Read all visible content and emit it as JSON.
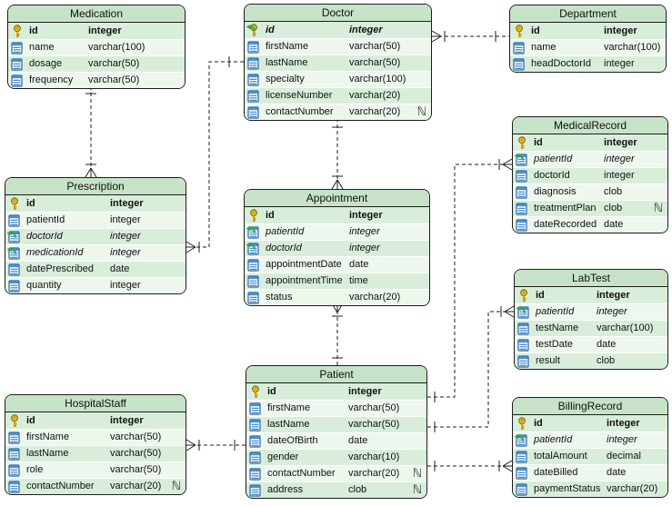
{
  "diagram": {
    "tool": "entity-relationship-diagram",
    "colors": {
      "table_header": "#c6e3c7",
      "row_odd": "#d9eeda",
      "row_even": "#edf7ed",
      "border": "#1c1c1c",
      "primary_key_icon": "#f2c811",
      "foreign_key_arrow": "#2da44e",
      "column_icon": "#2f7bc0"
    },
    "icons": {
      "primary_key": "yellow-key",
      "foreign_key": "green-curved-arrow",
      "column": "blue-column-grid",
      "nullable": "ℕ"
    },
    "tables": [
      {
        "name": "Medication",
        "columns": [
          {
            "icon": "pk",
            "name": "id",
            "type": "integer"
          },
          {
            "icon": "col",
            "name": "name",
            "type": "varchar(100)"
          },
          {
            "icon": "col",
            "name": "dosage",
            "type": "varchar(50)"
          },
          {
            "icon": "col",
            "name": "frequency",
            "type": "varchar(50)"
          }
        ]
      },
      {
        "name": "Doctor",
        "columns": [
          {
            "icon": "pkfk",
            "name": "id",
            "type": "integer"
          },
          {
            "icon": "col",
            "name": "firstName",
            "type": "varchar(50)"
          },
          {
            "icon": "col",
            "name": "lastName",
            "type": "varchar(50)"
          },
          {
            "icon": "col",
            "name": "specialty",
            "type": "varchar(100)"
          },
          {
            "icon": "col",
            "name": "licenseNumber",
            "type": "varchar(20)"
          },
          {
            "icon": "col",
            "name": "contactNumber",
            "type": "varchar(20)",
            "nullable": true
          }
        ]
      },
      {
        "name": "Department",
        "columns": [
          {
            "icon": "pk",
            "name": "id",
            "type": "integer"
          },
          {
            "icon": "col",
            "name": "name",
            "type": "varchar(100)"
          },
          {
            "icon": "col",
            "name": "headDoctorId",
            "type": "integer"
          }
        ]
      },
      {
        "name": "Prescription",
        "columns": [
          {
            "icon": "pk",
            "name": "id",
            "type": "integer"
          },
          {
            "icon": "col",
            "name": "patientId",
            "type": "integer"
          },
          {
            "icon": "fk",
            "name": "doctorId",
            "type": "integer"
          },
          {
            "icon": "fk",
            "name": "medicationId",
            "type": "integer"
          },
          {
            "icon": "col",
            "name": "datePrescribed",
            "type": "date"
          },
          {
            "icon": "col",
            "name": "quantity",
            "type": "integer"
          }
        ]
      },
      {
        "name": "MedicalRecord",
        "columns": [
          {
            "icon": "pk",
            "name": "id",
            "type": "integer"
          },
          {
            "icon": "fk",
            "name": "patientId",
            "type": "integer"
          },
          {
            "icon": "col",
            "name": "doctorId",
            "type": "integer"
          },
          {
            "icon": "col",
            "name": "diagnosis",
            "type": "clob"
          },
          {
            "icon": "col",
            "name": "treatmentPlan",
            "type": "clob",
            "nullable": true
          },
          {
            "icon": "col",
            "name": "dateRecorded",
            "type": "date"
          }
        ]
      },
      {
        "name": "Appointment",
        "columns": [
          {
            "icon": "pk",
            "name": "id",
            "type": "integer"
          },
          {
            "icon": "fk",
            "name": "patientId",
            "type": "integer"
          },
          {
            "icon": "fk",
            "name": "doctorId",
            "type": "integer"
          },
          {
            "icon": "col",
            "name": "appointmentDate",
            "type": "date"
          },
          {
            "icon": "col",
            "name": "appointmentTime",
            "type": "time"
          },
          {
            "icon": "col",
            "name": "status",
            "type": "varchar(20)"
          }
        ]
      },
      {
        "name": "LabTest",
        "columns": [
          {
            "icon": "pk",
            "name": "id",
            "type": "integer"
          },
          {
            "icon": "fk",
            "name": "patientId",
            "type": "integer"
          },
          {
            "icon": "col",
            "name": "testName",
            "type": "varchar(100)"
          },
          {
            "icon": "col",
            "name": "testDate",
            "type": "date"
          },
          {
            "icon": "col",
            "name": "result",
            "type": "clob"
          }
        ]
      },
      {
        "name": "HospitalStaff",
        "columns": [
          {
            "icon": "pk",
            "name": "id",
            "type": "integer"
          },
          {
            "icon": "col",
            "name": "firstName",
            "type": "varchar(50)"
          },
          {
            "icon": "col",
            "name": "lastName",
            "type": "varchar(50)"
          },
          {
            "icon": "col",
            "name": "role",
            "type": "varchar(50)"
          },
          {
            "icon": "col",
            "name": "contactNumber",
            "type": "varchar(20)",
            "nullable": true
          }
        ]
      },
      {
        "name": "Patient",
        "columns": [
          {
            "icon": "pk",
            "name": "id",
            "type": "integer"
          },
          {
            "icon": "col",
            "name": "firstName",
            "type": "varchar(50)"
          },
          {
            "icon": "col",
            "name": "lastName",
            "type": "varchar(50)"
          },
          {
            "icon": "col",
            "name": "dateOfBirth",
            "type": "date"
          },
          {
            "icon": "col",
            "name": "gender",
            "type": "varchar(10)"
          },
          {
            "icon": "col",
            "name": "contactNumber",
            "type": "varchar(20)",
            "nullable": true
          },
          {
            "icon": "col",
            "name": "address",
            "type": "clob",
            "nullable": true
          }
        ]
      },
      {
        "name": "BillingRecord",
        "columns": [
          {
            "icon": "pk",
            "name": "id",
            "type": "integer"
          },
          {
            "icon": "fk",
            "name": "patientId",
            "type": "integer"
          },
          {
            "icon": "col",
            "name": "totalAmount",
            "type": "decimal"
          },
          {
            "icon": "col",
            "name": "dateBilled",
            "type": "date"
          },
          {
            "icon": "col",
            "name": "paymentStatus",
            "type": "varchar(20)"
          }
        ]
      }
    ],
    "relationships": [
      {
        "from": "Medication",
        "to": "Prescription",
        "from_cardinality": "one",
        "to_cardinality": "many"
      },
      {
        "from": "Doctor",
        "to": "Prescription",
        "from_cardinality": "one",
        "to_cardinality": "many"
      },
      {
        "from": "Department",
        "to": "Doctor",
        "from_cardinality": "one",
        "to_cardinality": "many"
      },
      {
        "from": "Doctor",
        "to": "Appointment",
        "from_cardinality": "one",
        "to_cardinality": "many"
      },
      {
        "from": "Patient",
        "to": "Appointment",
        "from_cardinality": "one",
        "to_cardinality": "many"
      },
      {
        "from": "Patient",
        "to": "MedicalRecord",
        "from_cardinality": "one",
        "to_cardinality": "many"
      },
      {
        "from": "Patient",
        "to": "LabTest",
        "from_cardinality": "one",
        "to_cardinality": "many"
      },
      {
        "from": "Patient",
        "to": "BillingRecord",
        "from_cardinality": "one",
        "to_cardinality": "many"
      },
      {
        "from": "Patient",
        "to": "HospitalStaff",
        "from_cardinality": "one",
        "to_cardinality": "many"
      }
    ]
  }
}
